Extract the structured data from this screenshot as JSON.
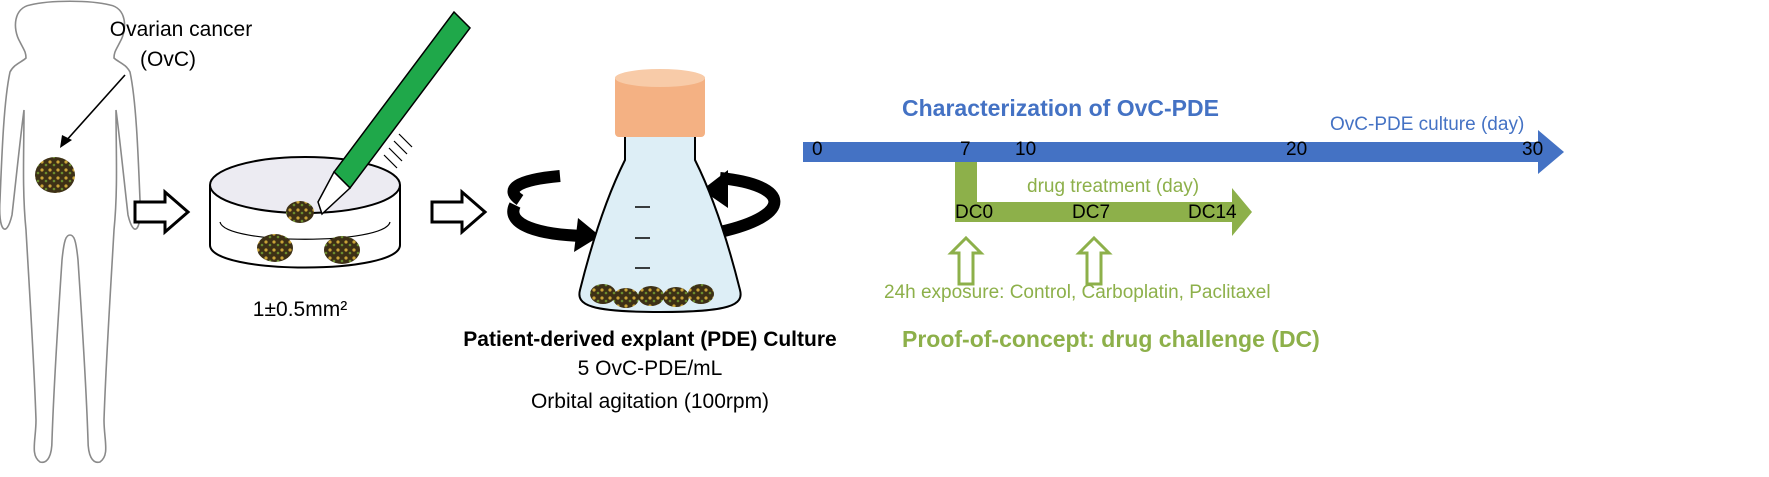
{
  "diagram": {
    "patient": {
      "label_line1": "Ovarian cancer",
      "label_line2": "(OvC)"
    },
    "dish": {
      "label": "1±0.5mm²"
    },
    "flask": {
      "title": "Patient-derived explant (PDE) Culture",
      "line2": "5 OvC-PDE/mL",
      "line3": "Orbital agitation (100rpm)"
    },
    "timeline": {
      "title": "Characterization of OvC-PDE",
      "axis_label": "OvC-PDE culture (day)",
      "ticks": [
        "0",
        "7",
        "10",
        "20",
        "30"
      ]
    },
    "drug": {
      "axis_label": "drug treatment (day)",
      "ticks": [
        "DC0",
        "DC7",
        "DC14"
      ],
      "exposure": "24h exposure: Control, Carboplatin, Paclitaxel",
      "title": "Proof-of-concept: drug challenge (DC)"
    },
    "colors": {
      "blue": "#4472c4",
      "green": "#8db04a",
      "scalpel": "#1fa84a",
      "cap": "#f4b183",
      "flask_fill": "#ddeef6",
      "dish_fill": "#ecebf2",
      "tissue": "#5c4a1e"
    }
  }
}
